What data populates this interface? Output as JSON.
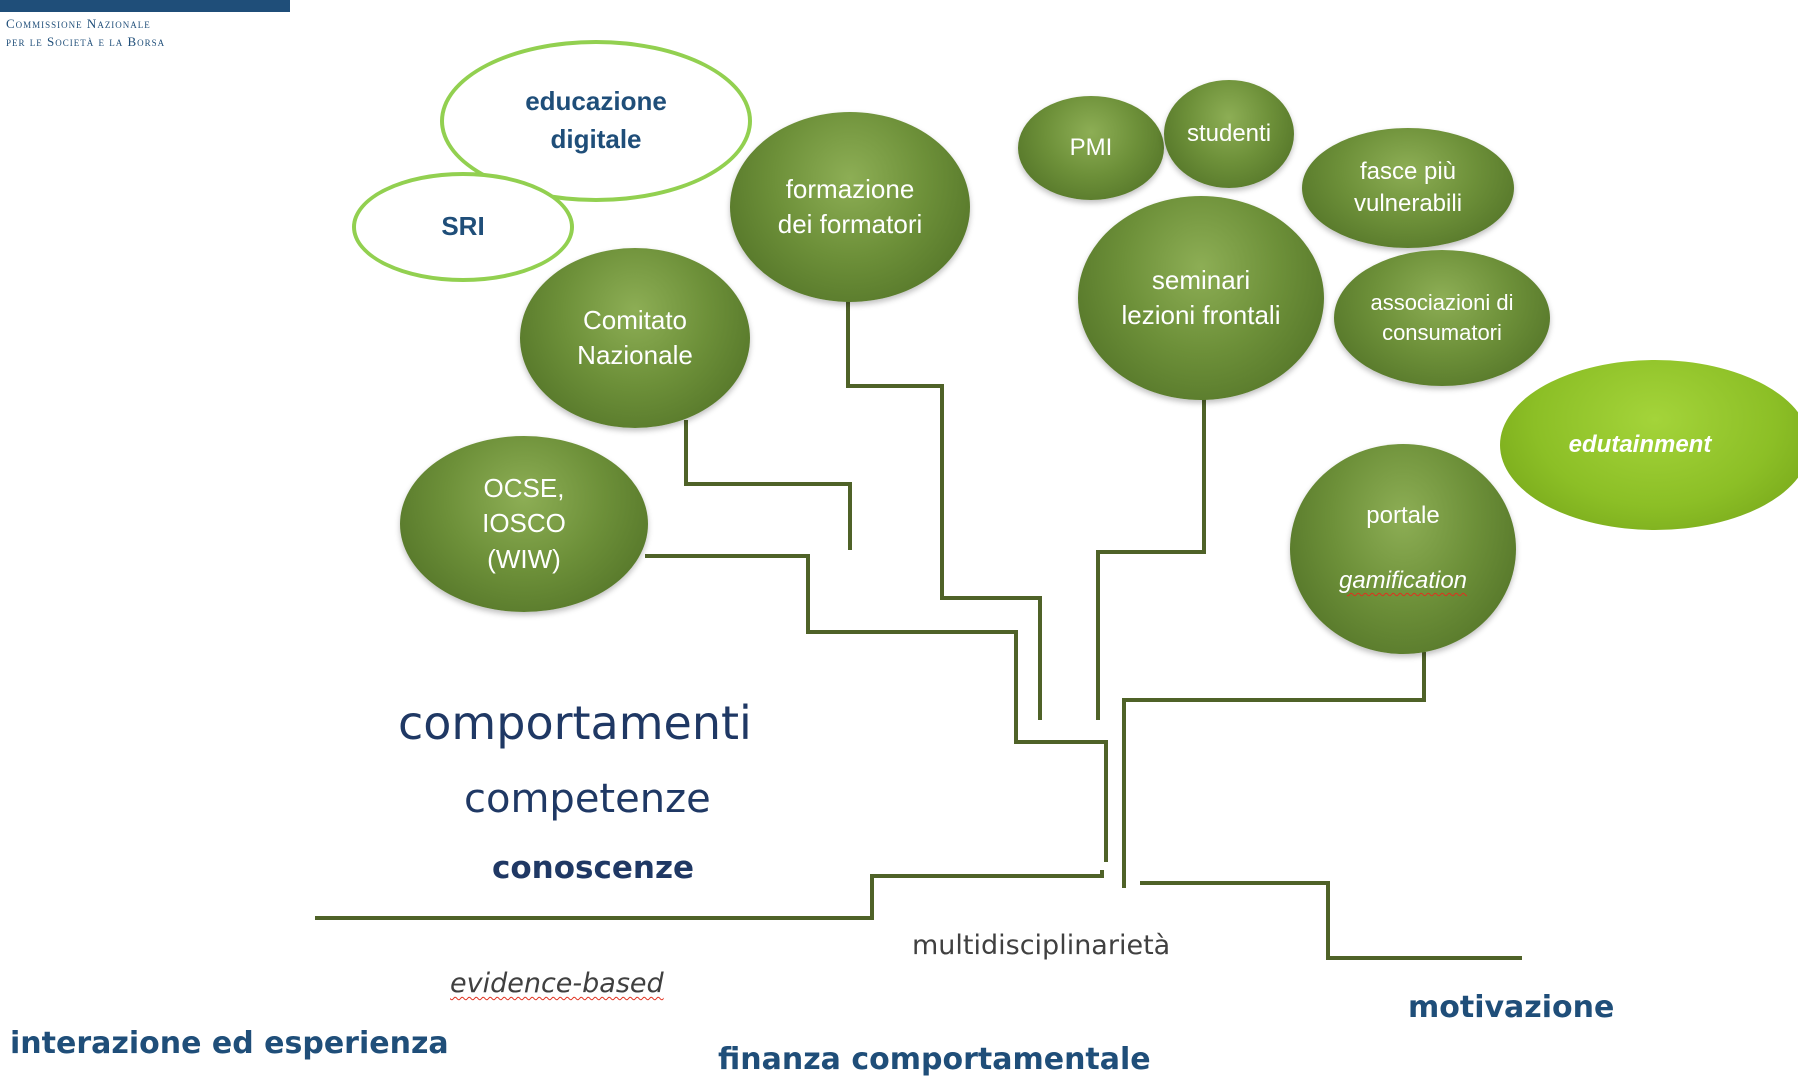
{
  "logo": {
    "line1": "Commissione Nazionale",
    "line2": "per le Società e la Borsa",
    "brand_color": "#1f4e79"
  },
  "bubbles": {
    "formazione": "formazione\ndei formatori",
    "comitato": "Comitato\nNazionale",
    "ocse": "OCSE,\nIOSCO\n(WIW)",
    "pmi": "PMI",
    "studenti": "studenti",
    "fasce": "fasce più\nvulnerabili",
    "seminari": "seminari\nlezioni  frontali",
    "associazioni": "associazioni di\nconsumatori",
    "portale_line1": "portale",
    "portale_line2": "gamification"
  },
  "outlined": {
    "educazione": "educazione\ndigitale",
    "sri": "SRI"
  },
  "highlight": {
    "edutainment": "edutainment"
  },
  "labels": {
    "comportamenti": "comportamenti",
    "competenze": "competenze",
    "conoscenze": "conoscenze",
    "multidisciplinarieta": "multidisciplinarietà",
    "evidence": "evidence-based",
    "motivazione": "motivazione",
    "interazione": "interazione ed esperienza",
    "finanza": "finanza comportamentale"
  },
  "colors": {
    "bubble_green": "#6d9039",
    "outline_green": "#92d050",
    "edutainment_green": "#8cbf26",
    "line_color": "#4f6228",
    "text_navy": "#1f3864"
  }
}
